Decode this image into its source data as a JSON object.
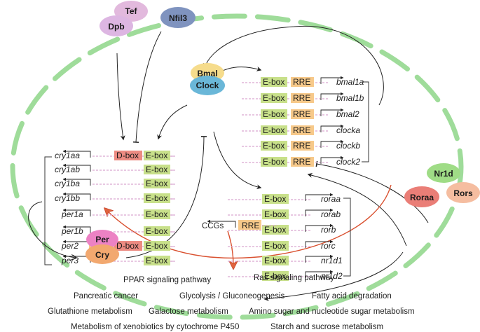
{
  "colors": {
    "membrane": "#9fdc9a",
    "ebox": "#c8e08a",
    "rre": "#f7c98a",
    "dbox": "#ec8b82",
    "tef": "#e2b9dd",
    "dpb": "#ddb6e2",
    "nfil3": "#7f93bf",
    "bmal": "#f6dc8c",
    "clock": "#6ab7d8",
    "per": "#ec82c4",
    "cry": "#f2a86f",
    "nr1d": "#9fdc86",
    "roraa": "#ea7e77",
    "rors": "#f5bda0",
    "red_arrow": "#d9502f",
    "dna": "#d9a6d0"
  },
  "proteins": {
    "tef": "Tef",
    "dpb": "Dpb",
    "nfil3": "Nfil3",
    "bmal": "Bmal",
    "clock": "Clock",
    "per": "Per",
    "cry": "Cry",
    "nr1d": "Nr1d",
    "roraa": "Roraa",
    "rors": "Rors"
  },
  "elements": {
    "ebox": "E-box",
    "rre": "RRE",
    "dbox": "D-box"
  },
  "left_genes": [
    {
      "name": "cry1aa",
      "boxes": [
        "dbox",
        "ebox"
      ]
    },
    {
      "name": "cry1ab",
      "boxes": [
        "ebox"
      ]
    },
    {
      "name": "cry1ba",
      "boxes": [
        "ebox"
      ]
    },
    {
      "name": "cry1bb",
      "boxes": [
        "ebox"
      ]
    },
    {
      "name": "per1a",
      "boxes": [
        "ebox"
      ]
    },
    {
      "name": "per1b",
      "boxes": [
        "ebox"
      ]
    },
    {
      "name": "per2",
      "boxes": [
        "rre",
        "dbox",
        "ebox"
      ]
    },
    {
      "name": "per3",
      "boxes": [
        "ebox"
      ]
    }
  ],
  "top_right_genes": [
    {
      "name": "bmal1a",
      "boxes": [
        "ebox",
        "rre"
      ]
    },
    {
      "name": "bmal1b",
      "boxes": [
        "ebox",
        "rre"
      ]
    },
    {
      "name": "bmal2",
      "boxes": [
        "ebox",
        "rre"
      ]
    },
    {
      "name": "clocka",
      "boxes": [
        "ebox",
        "rre"
      ]
    },
    {
      "name": "clockb",
      "boxes": [
        "ebox",
        "rre"
      ]
    },
    {
      "name": "clock2",
      "boxes": [
        "ebox",
        "rre"
      ]
    }
  ],
  "mid_right_genes": [
    {
      "name": "roraa",
      "boxes": [
        "ebox"
      ]
    },
    {
      "name": "rorab",
      "boxes": [
        "ebox"
      ]
    },
    {
      "name": "rorb",
      "boxes": [
        "ebox"
      ]
    },
    {
      "name": "rorc",
      "boxes": [
        "ebox"
      ]
    },
    {
      "name": "nr1d1",
      "boxes": [
        "ebox"
      ]
    },
    {
      "name": "nr1d2",
      "boxes": [
        "ebox"
      ]
    }
  ],
  "ccgs": {
    "label": "CCGs",
    "box": "RRE"
  },
  "pathways": [
    [
      "PPAR signaling pathway",
      "Ras signaling pathway"
    ],
    [
      "Pancreatic cancer",
      "Glycolysis / Gluconeogenesis",
      "Fatty acid degradation"
    ],
    [
      "Glutathione metabolism",
      "Galactose metabolism",
      "Amino sugar and nucleotide sugar metabolism"
    ],
    [
      "Metabolism of xenobiotics by cytochrome P450",
      "Starch and sucrose metabolism"
    ]
  ]
}
